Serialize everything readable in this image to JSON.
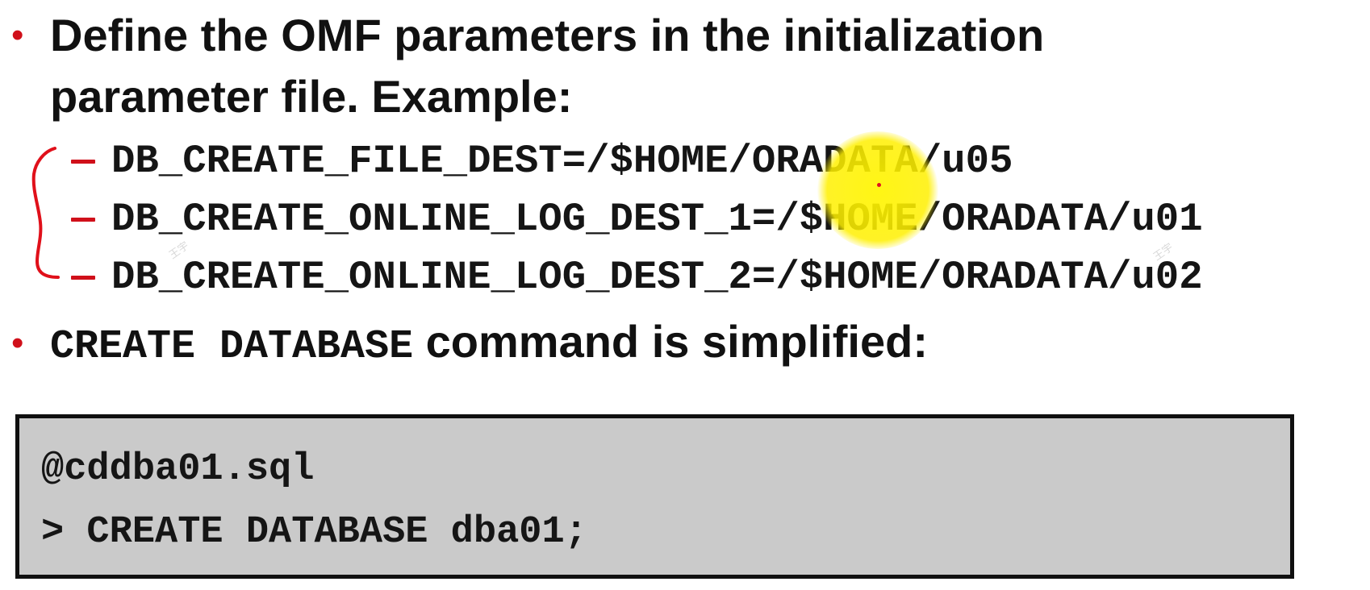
{
  "bullets": [
    {
      "symbol": "•",
      "lines": [
        "Define the OMF parameters in the initialization",
        "parameter file. Example:"
      ]
    },
    {
      "symbol": "•",
      "code_part": "CREATE DATABASE",
      "text_part": " command is simplified:"
    }
  ],
  "parameters": [
    {
      "dash": "–",
      "text": "DB_CREATE_FILE_DEST=/$HOME/ORADATA/u05"
    },
    {
      "dash": "–",
      "text": "DB_CREATE_ONLINE_LOG_DEST_1=/$HOME/ORADATA/u01"
    },
    {
      "dash": "–",
      "text": "DB_CREATE_ONLINE_LOG_DEST_2=/$HOME/ORADATA/u02"
    }
  ],
  "code_block": {
    "lines": [
      "@cddba01.sql",
      "> CREATE DATABASE dba01;"
    ]
  },
  "colors": {
    "bullet": "#d0101a",
    "annotation": "#e0101a",
    "highlight": "#fff000",
    "code_background": "#cacaca"
  }
}
